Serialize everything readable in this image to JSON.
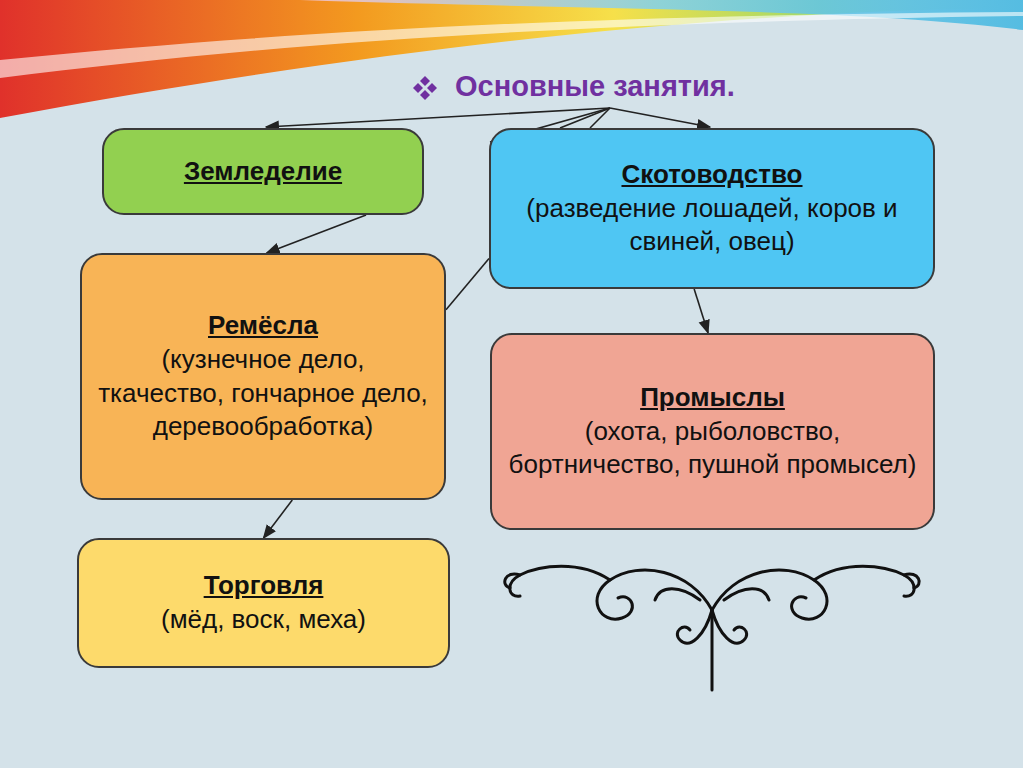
{
  "diagram": {
    "title": "Основные занятия.",
    "nodes": [
      {
        "text": [
          "Земледелие"
        ]
      },
      {
        "text": [
          "Скотоводство",
          "(разведение лошадей, коров и свиней, овец)"
        ]
      },
      {
        "text": [
          "Ремёсла",
          "(кузнечное дело, ткачество, гончарное дело, деревообработка)"
        ]
      },
      {
        "text": [
          "Промыслы",
          "(охота, рыболовство, бортничество, пушной промысел)"
        ]
      },
      {
        "text": [
          "Торговля",
          "(мёд, воск, меха)"
        ]
      }
    ],
    "edges": [
      {
        "from": 0,
        "to": 2,
        "arrow": "to"
      },
      {
        "from": 1,
        "to": 2,
        "arrow": "none"
      },
      {
        "from": 1,
        "to": 3,
        "arrow": "to"
      },
      {
        "from": 2,
        "to": 4,
        "arrow": "to"
      }
    ]
  }
}
